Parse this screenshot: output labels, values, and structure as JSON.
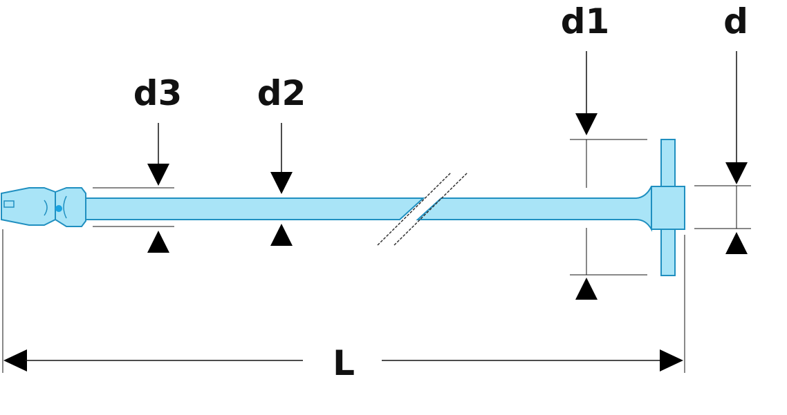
{
  "labels": {
    "d3": "d3",
    "d2": "d2",
    "d1": "d1",
    "d": "d",
    "L": "L"
  },
  "colors": {
    "tool_fill": "#a9e4f7",
    "tool_outline": "#1f8fc0",
    "pin_dot": "#1aa3e0",
    "dimension_lines": "#111111"
  }
}
